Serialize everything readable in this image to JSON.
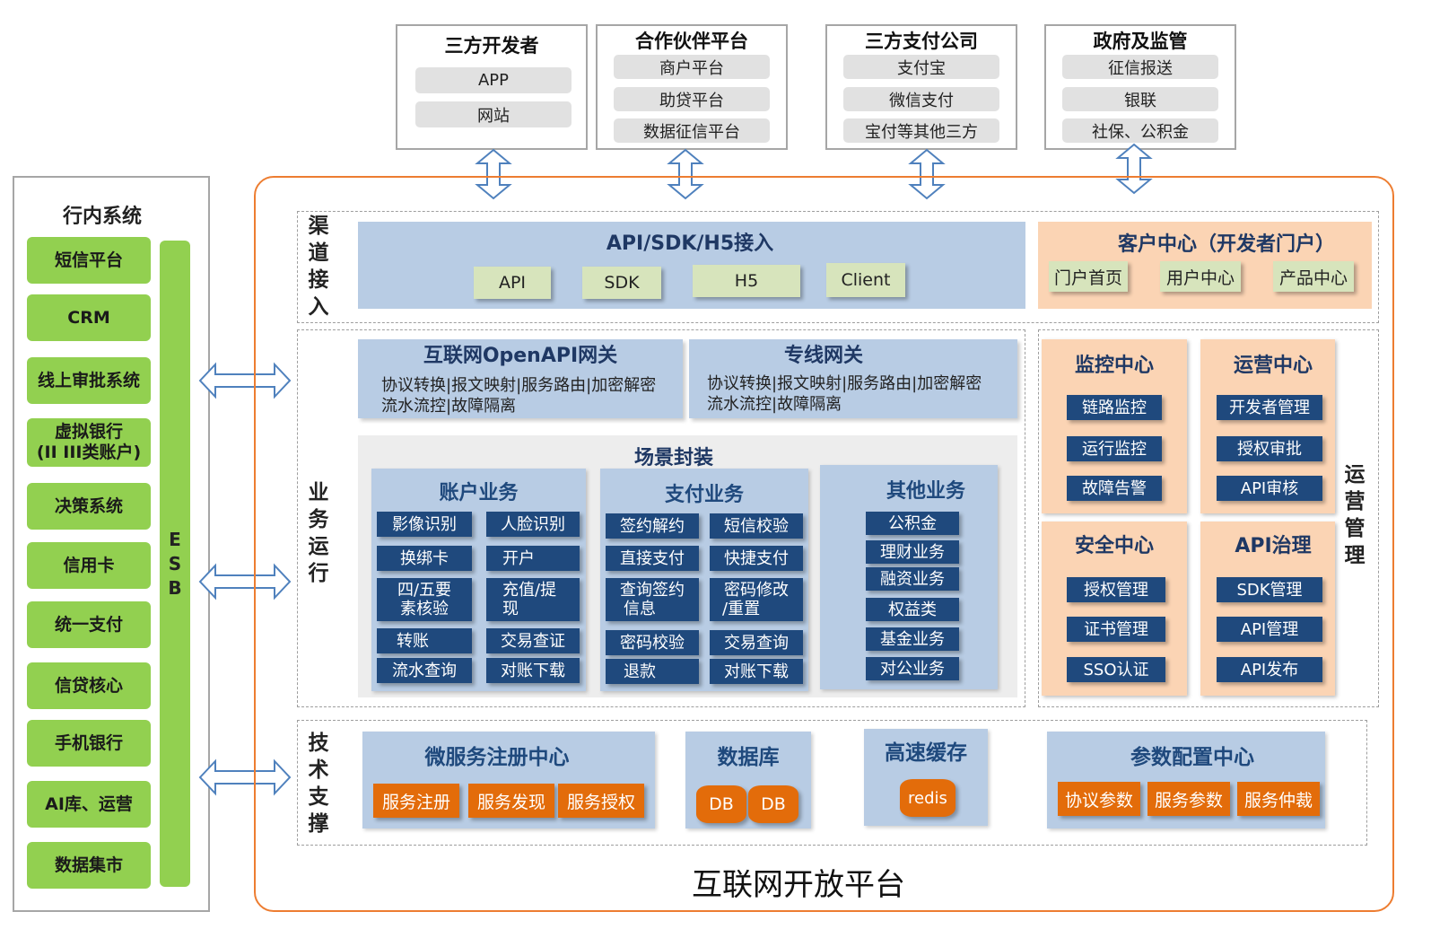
{
  "external": {
    "dev": {
      "title": "三方开发者",
      "items": [
        "APP",
        "网站"
      ]
    },
    "partner": {
      "title": "合作伙伴平台",
      "items": [
        "商户平台",
        "助贷平台",
        "数据征信平台"
      ]
    },
    "pay": {
      "title": "三方支付公司",
      "items": [
        "支付宝",
        "微信支付",
        "宝付等其他三方"
      ]
    },
    "gov": {
      "title": "政府及监管",
      "items": [
        "征信报送",
        "银联",
        "社保、公积金"
      ]
    }
  },
  "bank": {
    "title": "行内系统",
    "items": [
      "短信平台",
      "CRM",
      "线上审批系统",
      "虚拟银行",
      "(II III类账户)",
      "决策系统",
      "信用卡",
      "统一支付",
      "信贷核心",
      "手机银行",
      "AI库、运营",
      "数据集市"
    ],
    "esb": [
      "E",
      "S",
      "B"
    ]
  },
  "channel": {
    "label": [
      "渠",
      "道",
      "接",
      "入"
    ],
    "title": "API/SDK/H5接入",
    "items": [
      "API",
      "SDK",
      "H5",
      "Client"
    ]
  },
  "customer": {
    "title": "客户中心（开发者门户）",
    "items": [
      "门户首页",
      "用户中心",
      "产品中心"
    ]
  },
  "biz": {
    "label": [
      "业",
      "务",
      "运",
      "行"
    ],
    "gw1": {
      "title": "互联网OpenAPI网关",
      "line1": "协议转换|报文映射|服务路由|加密解密",
      "line2": "流水流控|故障隔离"
    },
    "gw2": {
      "title": "专线网关",
      "line1": "协议转换|报文映射|服务路由|加密解密",
      "line2": "流水流控|故障隔离"
    },
    "scene": "场景封装",
    "account": {
      "title": "账户业务",
      "items": [
        "影像识别",
        "人脸识别",
        "换绑卡",
        "开户",
        "四/五要",
        "素核验",
        "充值/提",
        "现",
        "转账",
        "交易查证",
        "流水查询",
        "对账下载"
      ]
    },
    "payment": {
      "title": "支付业务",
      "items": [
        "签约解约",
        "短信校验",
        "直接支付",
        "快捷支付",
        "查询签约",
        "信息",
        "密码修改",
        "/重置",
        "密码校验",
        "交易查询",
        "退款",
        "对账下载"
      ]
    },
    "other": {
      "title": "其他业务",
      "items": [
        "公积金",
        "理财业务",
        "融资业务",
        "权益类",
        "基金业务",
        "对公业务"
      ]
    }
  },
  "ops": {
    "label": [
      "运",
      "营",
      "管",
      "理"
    ],
    "monitor": {
      "title": "监控中心",
      "items": [
        "链路监控",
        "运行监控",
        "故障告警"
      ]
    },
    "operation": {
      "title": "运营中心",
      "items": [
        "开发者管理",
        "授权审批",
        "API审核"
      ]
    },
    "security": {
      "title": "安全中心",
      "items": [
        "授权管理",
        "证书管理",
        "SSO认证"
      ]
    },
    "apigov": {
      "title": "API治理",
      "items": [
        "SDK管理",
        "API管理",
        "API发布"
      ]
    }
  },
  "tech": {
    "label": [
      "技",
      "术",
      "支",
      "撑"
    ],
    "registry": {
      "title": "微服务注册中心",
      "items": [
        "服务注册",
        "服务发现",
        "服务授权"
      ]
    },
    "database": {
      "title": "数据库",
      "items": [
        "DB",
        "DB"
      ]
    },
    "cache": {
      "title": "高速缓存",
      "items": [
        "redis"
      ]
    },
    "config": {
      "title": "参数配置中心",
      "items": [
        "协议参数",
        "服务参数",
        "服务仲裁"
      ]
    }
  },
  "platform_title": "互联网开放平台"
}
